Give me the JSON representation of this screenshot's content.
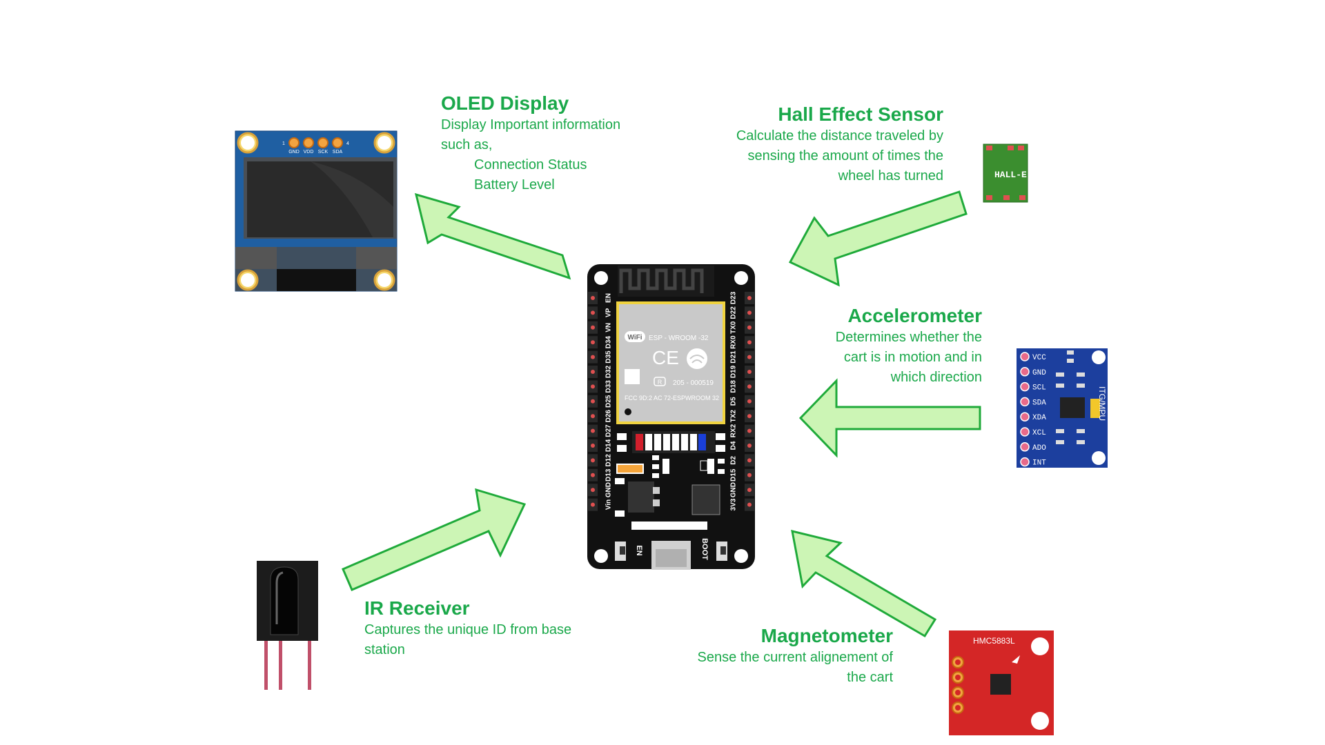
{
  "oled": {
    "title": "OLED Display",
    "desc1": "Display Important information",
    "desc2": "such as,",
    "desc3": "Connection Status",
    "desc4": "Battery Level",
    "pin_gnd": "GND",
    "pin_vdd": "VDD",
    "pin_sck": "SCK",
    "pin_sda": "SDA",
    "pin_n1": "1",
    "pin_n4": "4"
  },
  "hall": {
    "title": "Hall Effect Sensor",
    "desc1": "Calculate the distance traveled by",
    "desc2": "sensing the amount of times the",
    "desc3": "wheel has turned",
    "chip_text": "HALL-E"
  },
  "accel": {
    "title": "Accelerometer",
    "desc1": "Determines whether the",
    "desc2": "cart is in motion and in",
    "desc3": "which direction",
    "pins": [
      "VCC",
      "GND",
      "SCL",
      "SDA",
      "XDA",
      "XCL",
      "ADO",
      "INT"
    ],
    "board_text": "ITG/MPU"
  },
  "ir": {
    "title": "IR Receiver",
    "desc1": "Captures the unique ID from base",
    "desc2": "station"
  },
  "mag": {
    "title": "Magnetometer",
    "desc1": "Sense the current alignement of",
    "desc2": "the cart",
    "board_text": "HMC5883L"
  },
  "esp32": {
    "module_line1": "ESP - WROOM -32",
    "module_line2": "205 - 000519",
    "module_line3": "FCC 9D:2 AC 72-ESPWROOM 32",
    "wifi": "WiFi",
    "ce": "CE",
    "r_mark": "R",
    "left_pins": [
      "EN",
      "VP",
      "VN",
      "D34",
      "D35",
      "D32",
      "D33",
      "D25",
      "D26",
      "D27",
      "D14",
      "D12",
      "D13",
      "GND",
      "Vin"
    ],
    "right_pins": [
      "D23",
      "D22",
      "TX0",
      "RX0",
      "D21",
      "D19",
      "D18",
      "D5",
      "TX2",
      "RX2",
      "D4",
      "D2",
      "D15",
      "GND",
      "3V3"
    ],
    "en_button": "EN",
    "boot_button": "BOOT"
  },
  "colors": {
    "label_green": "#1aa84a",
    "arrow_fill": "#ccf5b5",
    "arrow_stroke": "#1faa3a",
    "esp_board": "#111111",
    "oled_board": "#1f5fa2",
    "mpu_board": "#1c3f9e",
    "hall_board": "#3b8e2f",
    "mag_board": "#d42626"
  }
}
